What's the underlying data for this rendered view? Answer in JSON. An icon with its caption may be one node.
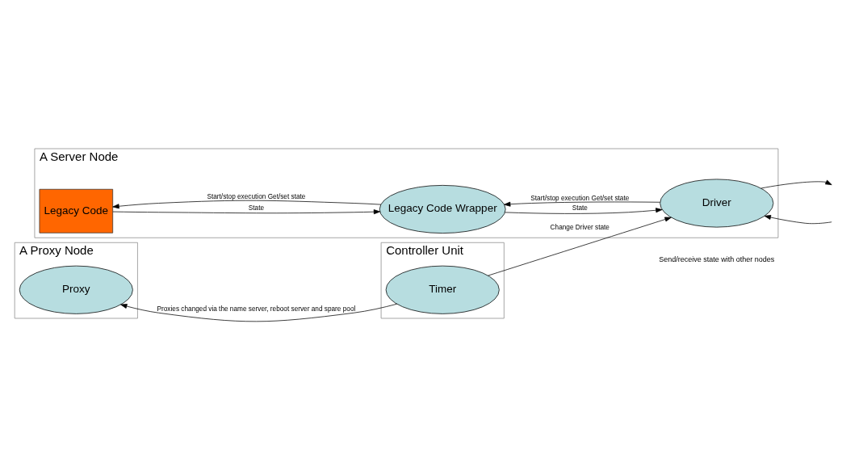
{
  "diagram": {
    "nodes": [
      {
        "text": [
          "A Server Node"
        ]
      },
      {
        "text": [
          "Legacy Code"
        ],
        "in": 0
      },
      {
        "text": [
          "Legacy Code Wrapper"
        ],
        "in": 0
      },
      {
        "text": [
          "Driver"
        ],
        "in": 0
      },
      {
        "text": [
          "A Proxy Node"
        ]
      },
      {
        "text": [
          "Proxy"
        ],
        "in": 4
      },
      {
        "text": [
          "Controller Unit"
        ]
      },
      {
        "text": [
          "Timer"
        ],
        "in": 6
      }
    ],
    "edges": [
      {
        "from": 2,
        "to": 1,
        "arrow": "to",
        "label": "Start/stop execution Get/set state"
      },
      {
        "from": 1,
        "to": 2,
        "arrow": "to",
        "label": "State"
      },
      {
        "from": 3,
        "to": 2,
        "arrow": "to",
        "label": "Start/stop execution Get/set state"
      },
      {
        "from": 2,
        "to": 3,
        "arrow": "to",
        "label": "State"
      },
      {
        "from": 3,
        "to": null,
        "arrow": "to"
      },
      {
        "from": null,
        "to": 3,
        "arrow": "to"
      },
      {
        "from": 7,
        "to": 3,
        "arrow": "to",
        "label": "Change Driver state"
      },
      {
        "from": 7,
        "to": 5,
        "arrow": "to",
        "label": "Proxies changed via the name server, reboot server and spare pool"
      }
    ],
    "labels": [
      "Send/receive state with other nodes"
    ]
  }
}
